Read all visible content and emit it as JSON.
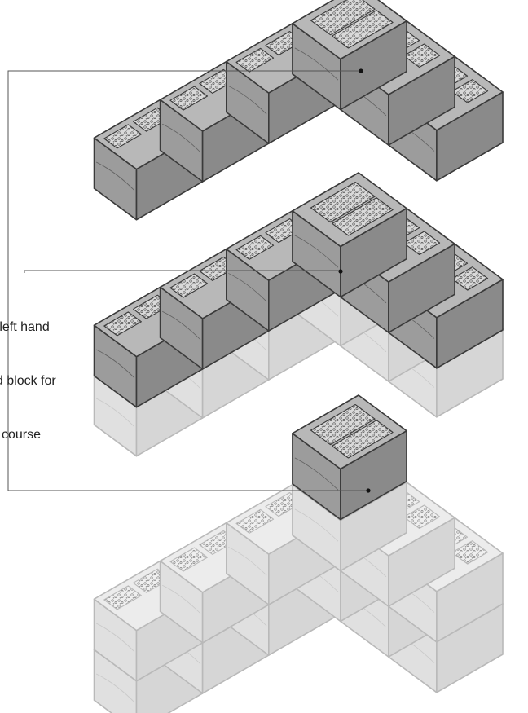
{
  "caption": {
    "lines": [
      "a left hand",
      "nd block for",
      "w course"
    ]
  },
  "colors": {
    "dark_top": "#b8b8b8",
    "dark_left": "#9c9c9c",
    "dark_right": "#8a8a8a",
    "light_top": "#ececec",
    "light_left": "#e0e0e0",
    "light_right": "#d6d6d6",
    "outline_dark": "#3a3a3a",
    "outline_light": "#b9b9b9",
    "leader": "#555555"
  },
  "icons": {
    "block": "concrete-block",
    "leader": "callout-leader-line"
  }
}
